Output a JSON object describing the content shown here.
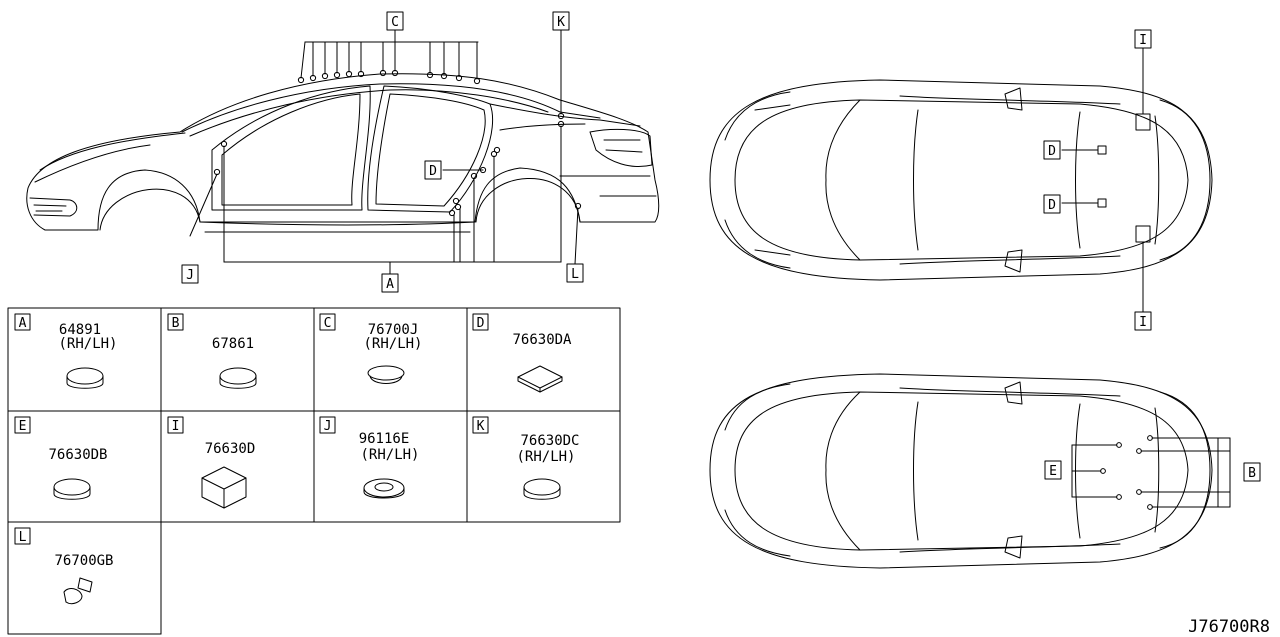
{
  "callouts": {
    "side_c": "C",
    "side_k": "K",
    "side_d": "D",
    "side_j": "J",
    "side_a": "A",
    "side_l": "L",
    "top_i_upper": "I",
    "top_i_lower": "I",
    "top_d_upper": "D",
    "top_d_lower": "D",
    "bottom_e": "E",
    "bottom_b": "B"
  },
  "parts": [
    {
      "key": "A",
      "number": "64891",
      "side": "(RH/LH)"
    },
    {
      "key": "B",
      "number": "67861",
      "side": ""
    },
    {
      "key": "C",
      "number": "76700J",
      "side": "(RH/LH)"
    },
    {
      "key": "D",
      "number": "76630DA",
      "side": ""
    },
    {
      "key": "E",
      "number": "76630DB",
      "side": ""
    },
    {
      "key": "I",
      "number": "76630D",
      "side": ""
    },
    {
      "key": "J",
      "number": "96116E",
      "side": "(RH/LH)"
    },
    {
      "key": "K",
      "number": "76630DC",
      "side": "(RH/LH)"
    },
    {
      "key": "L",
      "number": "76700GB",
      "side": ""
    }
  ],
  "drawing_code": "J76700R8"
}
